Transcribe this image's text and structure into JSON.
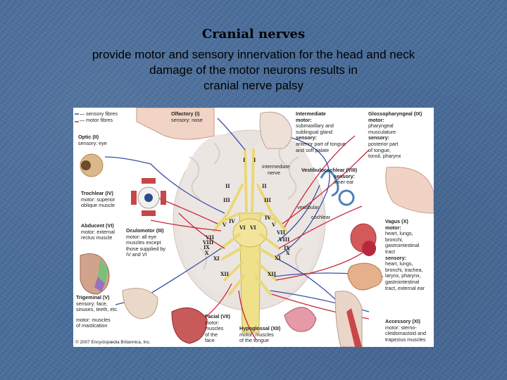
{
  "slide": {
    "title": "Cranial nerves",
    "subtitle_lines": [
      "provide motor and sensory innervation for the head and neck",
      "damage of the motor neurons results in",
      "cranial nerve palsy"
    ]
  },
  "diagram": {
    "legend": {
      "sensory": "— sensory fibres",
      "motor": "— motor fibres"
    },
    "nerves": {
      "olfactory": {
        "title": "Olfactory (I)",
        "line1": "sensory: nose"
      },
      "optic": {
        "title": "Optic (II)",
        "line1": "sensory: eye"
      },
      "trochlear": {
        "title": "Trochlear (IV)",
        "line1": "motor: superior",
        "line2": "oblique muscle"
      },
      "abducent": {
        "title": "Abducent (VI)",
        "line1": "motor: external",
        "line2": "rectus muscle"
      },
      "oculomotor": {
        "title": "Oculomotor (III)",
        "line1": "motor: all eye",
        "line2": "muscles except",
        "line3": "those supplied by",
        "line4": "IV and VI"
      },
      "trigeminal": {
        "title": "Trigeminal (V)",
        "line1": "sensory: face,",
        "line2": "sinuses, teeth, etc.",
        "line3": "motor: muscles",
        "line4": "of mastication"
      },
      "facial": {
        "title": "Facial (VII)",
        "line1": "motor:",
        "line2": "muscles",
        "line3": "of the",
        "line4": "face"
      },
      "hypoglossal": {
        "title": "Hypoglossal (XII)",
        "line1": "motor: muscles",
        "line2": "of the tongue"
      },
      "intermediate": {
        "title": "Intermediate",
        "line1": "motor:",
        "line2": "submaxillary and",
        "line3": "sublingual gland",
        "line4": "sensory:",
        "line5": "anterior part of tongue",
        "line6": "and soft palate"
      },
      "intermediate_nerve": {
        "line1": "intermediate",
        "line2": "nerve"
      },
      "vestibulocochlear": {
        "title": "Vestibulocochlear (VIII)",
        "line1": "sensory:",
        "line2": "inner ear"
      },
      "vestibular": {
        "label": "vestibular"
      },
      "cochlear": {
        "label": "cochlear"
      },
      "glossopharyngeal": {
        "title": "Glossopharyngeal (IX)",
        "line1": "motor:",
        "line2": "pharyngeal",
        "line3": "musculature",
        "line4": "sensory:",
        "line5": "posterior part",
        "line6": "of tongue,",
        "line7": "tonsil, pharynx"
      },
      "vagus": {
        "title": "Vagus (X)",
        "line1": "motor:",
        "line2": "heart, lungs,",
        "line3": "bronchi,",
        "line4": "gastrointestinal",
        "line5": "tract",
        "line6": "sensory:",
        "line7": "heart, lungs,",
        "line8": "bronchi, trachea,",
        "line9": "larynx, pharynx,",
        "line10": "gastrointestinal",
        "line11": "tract, external ear"
      },
      "accessory": {
        "title": "Accessory (XI)",
        "line1": "motor: sterno-",
        "line2": "cleidomastoid and",
        "line3": "trapezius muscles"
      }
    },
    "roman_numerals": [
      "I",
      "I",
      "II",
      "II",
      "III",
      "III",
      "IV",
      "IV",
      "V",
      "V",
      "VI",
      "VI",
      "VII",
      "VII",
      "VIII",
      "VIII",
      "IX",
      "IX",
      "X",
      "X",
      "XI",
      "XI",
      "XII",
      "XII"
    ],
    "copyright": "© 2007 Encyclopædia Britannica, Inc."
  },
  "colors": {
    "background": "#4a6e9c",
    "sensory_fibre": "#3a4fa8",
    "motor_fibre": "#c8283c",
    "nerve_yellow": "#efe08a"
  }
}
